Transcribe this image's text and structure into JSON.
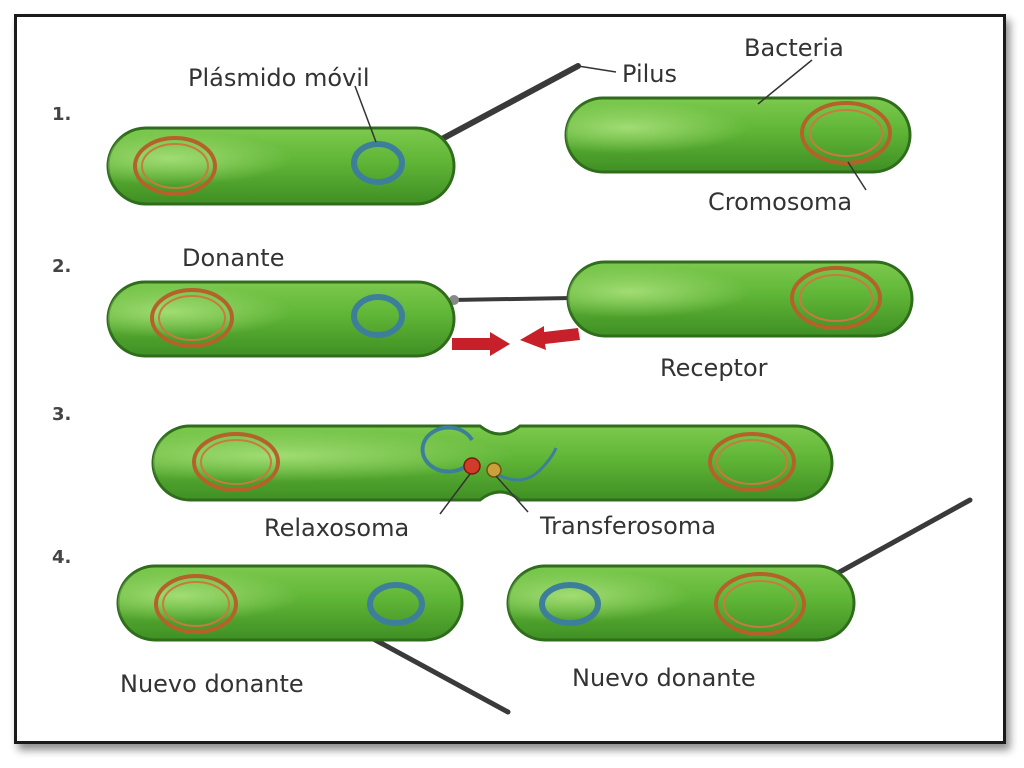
{
  "steps": [
    "1.",
    "2.",
    "3.",
    "4."
  ],
  "labels": {
    "plasmido_movil": "Plásmido móvil",
    "pilus": "Pilus",
    "bacteria": "Bacteria",
    "cromosoma": "Cromosoma",
    "donante": "Donante",
    "receptor": "Receptor",
    "relaxosoma": "Relaxosoma",
    "transferosoma": "Transferosoma",
    "nuevo_donante_left": "Nuevo donante",
    "nuevo_donante_right": "Nuevo donante"
  },
  "colors": {
    "cell_fill": "#5fb536",
    "cell_stroke": "#2f6d1c",
    "chromosome": "#b5612a",
    "plasmid": "#3d7f9a",
    "pilus": "#3a3a3a",
    "arrow": "#c8202a",
    "relaxosome": "#d23a2a",
    "transferosome": "#c9a03a"
  }
}
